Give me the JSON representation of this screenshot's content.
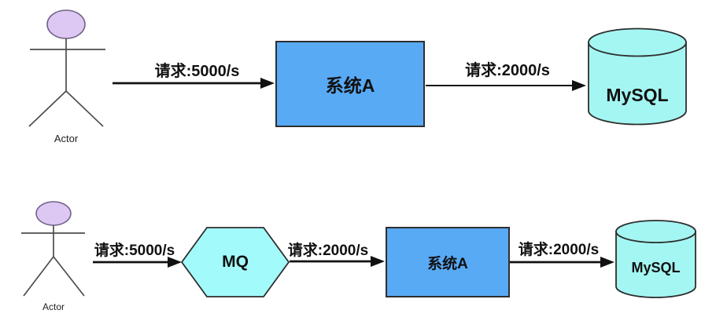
{
  "colors": {
    "system_box_fill": "#58aaf5",
    "queue_fill": "#a3fafa",
    "db_fill": "#a4f6f2",
    "actor_head_fill": "#ddc7f3",
    "shape_border": "#2e2e2e",
    "figure_stroke": "#4d4d4d"
  },
  "top_flow": {
    "actor_label": "Actor",
    "request_in_label": "请求:5000/s",
    "system_label": "系统A",
    "request_db_label": "请求:2000/s",
    "db_label": "MySQL"
  },
  "bottom_flow": {
    "actor_label": "Actor",
    "request_in_label": "请求:5000/s",
    "mq_label": "MQ",
    "request_mid_label": "请求:2000/s",
    "system_label": "系统A",
    "request_db_label": "请求:2000/s",
    "db_label": "MySQL"
  }
}
